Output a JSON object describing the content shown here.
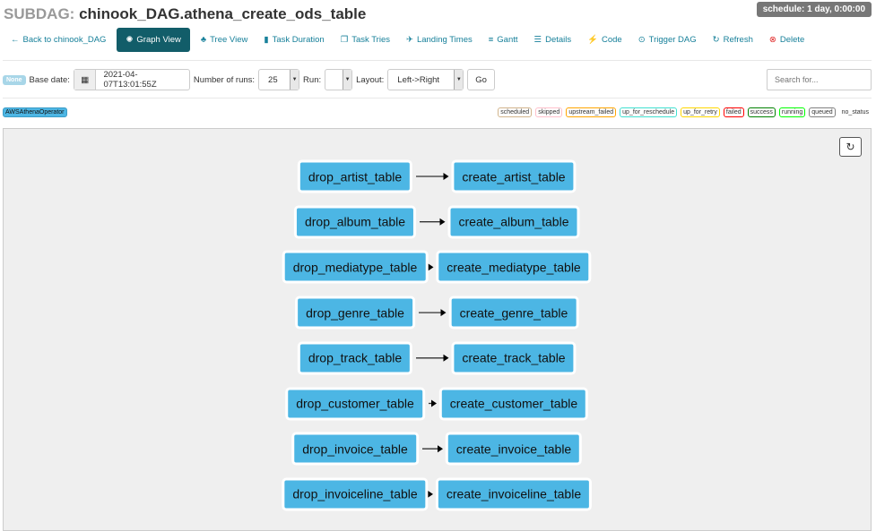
{
  "header": {
    "prefix": "SUBDAG:",
    "dag_id": "chinook_DAG.athena_create_ods_table",
    "schedule": "schedule: 1 day, 0:00:00"
  },
  "nav": [
    {
      "icon": "arrow-left-icon",
      "glyph": "←",
      "label": "Back to chinook_DAG"
    },
    {
      "icon": "graph-icon",
      "glyph": "✺",
      "label": "Graph View",
      "active": true
    },
    {
      "icon": "tree-icon",
      "glyph": "♣",
      "label": "Tree View"
    },
    {
      "icon": "bar-chart-icon",
      "glyph": "▮",
      "label": "Task Duration"
    },
    {
      "icon": "duplicate-icon",
      "glyph": "❐",
      "label": "Task Tries"
    },
    {
      "icon": "plane-icon",
      "glyph": "✈",
      "label": "Landing Times"
    },
    {
      "icon": "gantt-icon",
      "glyph": "≡",
      "label": "Gantt"
    },
    {
      "icon": "list-icon",
      "glyph": "☰",
      "label": "Details"
    },
    {
      "icon": "flash-icon",
      "glyph": "⚡",
      "label": "Code"
    },
    {
      "icon": "play-circle-icon",
      "glyph": "⊙",
      "label": "Trigger DAG"
    },
    {
      "icon": "refresh-icon",
      "glyph": "↻",
      "label": "Refresh"
    },
    {
      "icon": "remove-circle-icon",
      "glyph": "⊗",
      "label": "Delete"
    }
  ],
  "controls": {
    "state_badge": "None",
    "base_date_label": "Base date:",
    "base_date": "2021-04-07T13:01:55Z",
    "num_runs_label": "Number of runs:",
    "num_runs": "25",
    "run_label": "Run:",
    "run": "",
    "layout_label": "Layout:",
    "layout": "Left->Right",
    "go": "Go",
    "search_placeholder": "Search for..."
  },
  "operator": {
    "label": "AWSAthenaOperator",
    "color": "#4db6e4"
  },
  "legend": [
    {
      "label": "scheduled",
      "color": "#d2b48c"
    },
    {
      "label": "skipped",
      "color": "#ffc0cb"
    },
    {
      "label": "upstream_failed",
      "color": "#ffa500"
    },
    {
      "label": "up_for_reschedule",
      "color": "#40e0d0"
    },
    {
      "label": "up_for_retry",
      "color": "#ffd700"
    },
    {
      "label": "failed",
      "color": "#ff0000"
    },
    {
      "label": "success",
      "color": "#008000"
    },
    {
      "label": "running",
      "color": "#00ff00"
    },
    {
      "label": "queued",
      "color": "#808080"
    },
    {
      "label": "no_status",
      "color": "#ffffff"
    }
  ],
  "graph": {
    "node_color": "#4cb6e4",
    "edges": [
      [
        "drop_artist_table",
        "create_artist_table"
      ],
      [
        "drop_album_table",
        "create_album_table"
      ],
      [
        "drop_mediatype_table",
        "create_mediatype_table"
      ],
      [
        "drop_genre_table",
        "create_genre_table"
      ],
      [
        "drop_track_table",
        "create_track_table"
      ],
      [
        "drop_customer_table",
        "create_customer_table"
      ],
      [
        "drop_invoice_table",
        "create_invoice_table"
      ],
      [
        "drop_invoiceline_table",
        "create_invoiceline_table"
      ]
    ]
  }
}
